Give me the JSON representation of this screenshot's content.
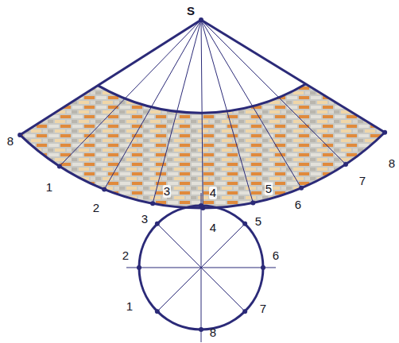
{
  "diagram": {
    "labels": [
      "S",
      "8",
      "1",
      "2",
      "3",
      "4",
      "5",
      "6",
      "7",
      "8",
      "3",
      "4",
      "5",
      "2",
      "6",
      "1",
      "7",
      "8"
    ]
  }
}
